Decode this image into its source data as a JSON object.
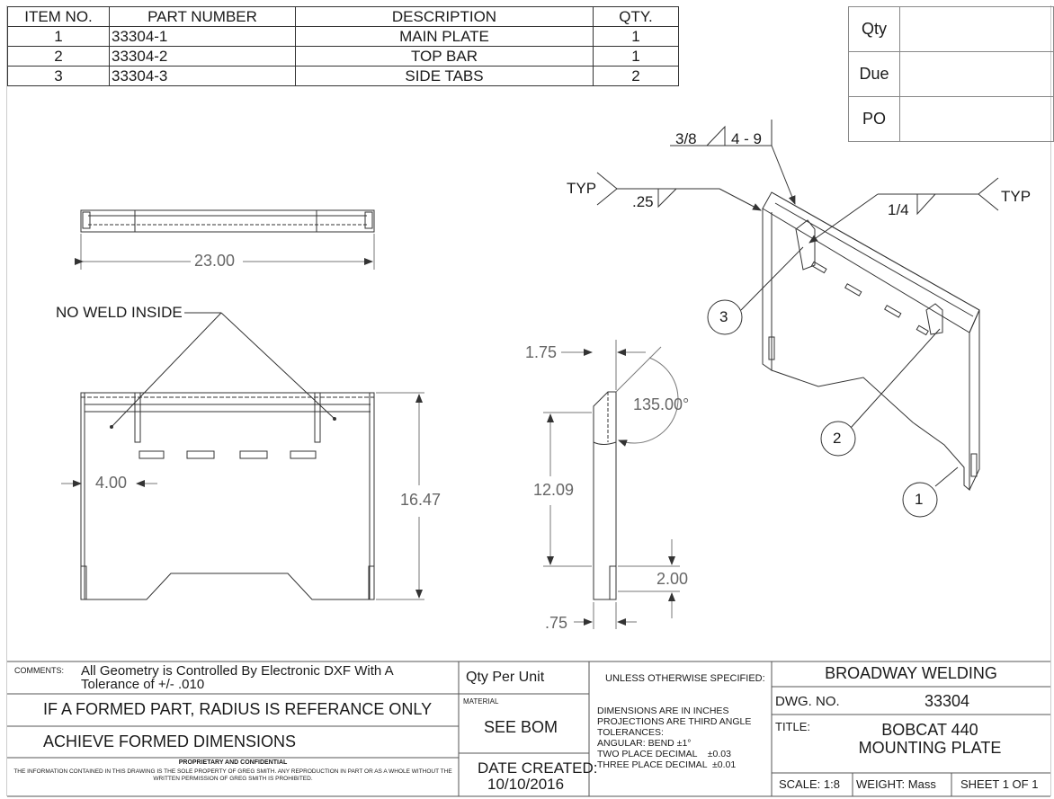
{
  "bom": {
    "headers": [
      "ITEM NO.",
      "PART NUMBER",
      "DESCRIPTION",
      "QTY."
    ],
    "rows": [
      [
        "1",
        "33304-1",
        "MAIN PLATE",
        "1"
      ],
      [
        "2",
        "33304-2",
        "TOP BAR",
        "1"
      ],
      [
        "3",
        "33304-3",
        "SIDE TABS",
        "2"
      ]
    ]
  },
  "order_box": {
    "qty": "Qty",
    "due": "Due",
    "po": "PO"
  },
  "views": {
    "top_width": "23.00",
    "no_weld": "NO WELD INSIDE",
    "front_offset": "4.00",
    "front_height": "16.47",
    "side_top": "1.75",
    "side_angle": "135.00°",
    "side_height": "12.09",
    "side_bottom": "2.00",
    "side_thickness": ".75"
  },
  "weld_symbols": {
    "top_size": "3/8",
    "top_pitch": "4 - 9",
    "left_typ": "TYP",
    "left_size": ".25",
    "right_size": "1/4",
    "right_typ": "TYP"
  },
  "balloons": [
    "1",
    "2",
    "3"
  ],
  "title_block": {
    "comments_label": "COMMENTS:",
    "comments_text": "All Geometry is Controlled By Electronic DXF With A Tolerance of +/- .010",
    "note1": "IF A FORMED PART, RADIUS IS REFERANCE ONLY",
    "note2": "ACHIEVE FORMED DIMENSIONS",
    "proprietary_title": "PROPRIETARY AND CONFIDENTIAL",
    "proprietary_text": "THE INFORMATION CONTAINED IN THIS DRAWING IS THE SOLE PROPERTY OF GREG SMITH. ANY REPRODUCTION IN PART OR AS A WHOLE WITHOUT THE WRITTEN PERMISSION OF GREG SMITH IS PROHIBITED.",
    "qty_per_unit": "Qty Per Unit",
    "material_label": "MATERIAL",
    "material_value": "SEE BOM",
    "date_label": "DATE CREATED:",
    "date_value": "10/10/2016",
    "unless": "UNLESS OTHERWISE SPECIFIED:",
    "dims_lines": [
      "DIMENSIONS ARE IN INCHES",
      "PROJECTIONS ARE THIRD ANGLE",
      "TOLERANCES:",
      "ANGULAR:  BEND ±1°",
      "TWO PLACE DECIMAL    ±0.03",
      "THREE PLACE DECIMAL  ±0.01"
    ],
    "company": "BROADWAY WELDING",
    "dwg_label": "DWG.  NO.",
    "dwg_no": "33304",
    "title_label": "TITLE:",
    "title_line1": "BOBCAT 440",
    "title_line2": "MOUNTING PLATE",
    "scale": "SCALE: 1:8",
    "weight": "WEIGHT: Mass",
    "sheet": "SHEET 1 OF 1"
  }
}
